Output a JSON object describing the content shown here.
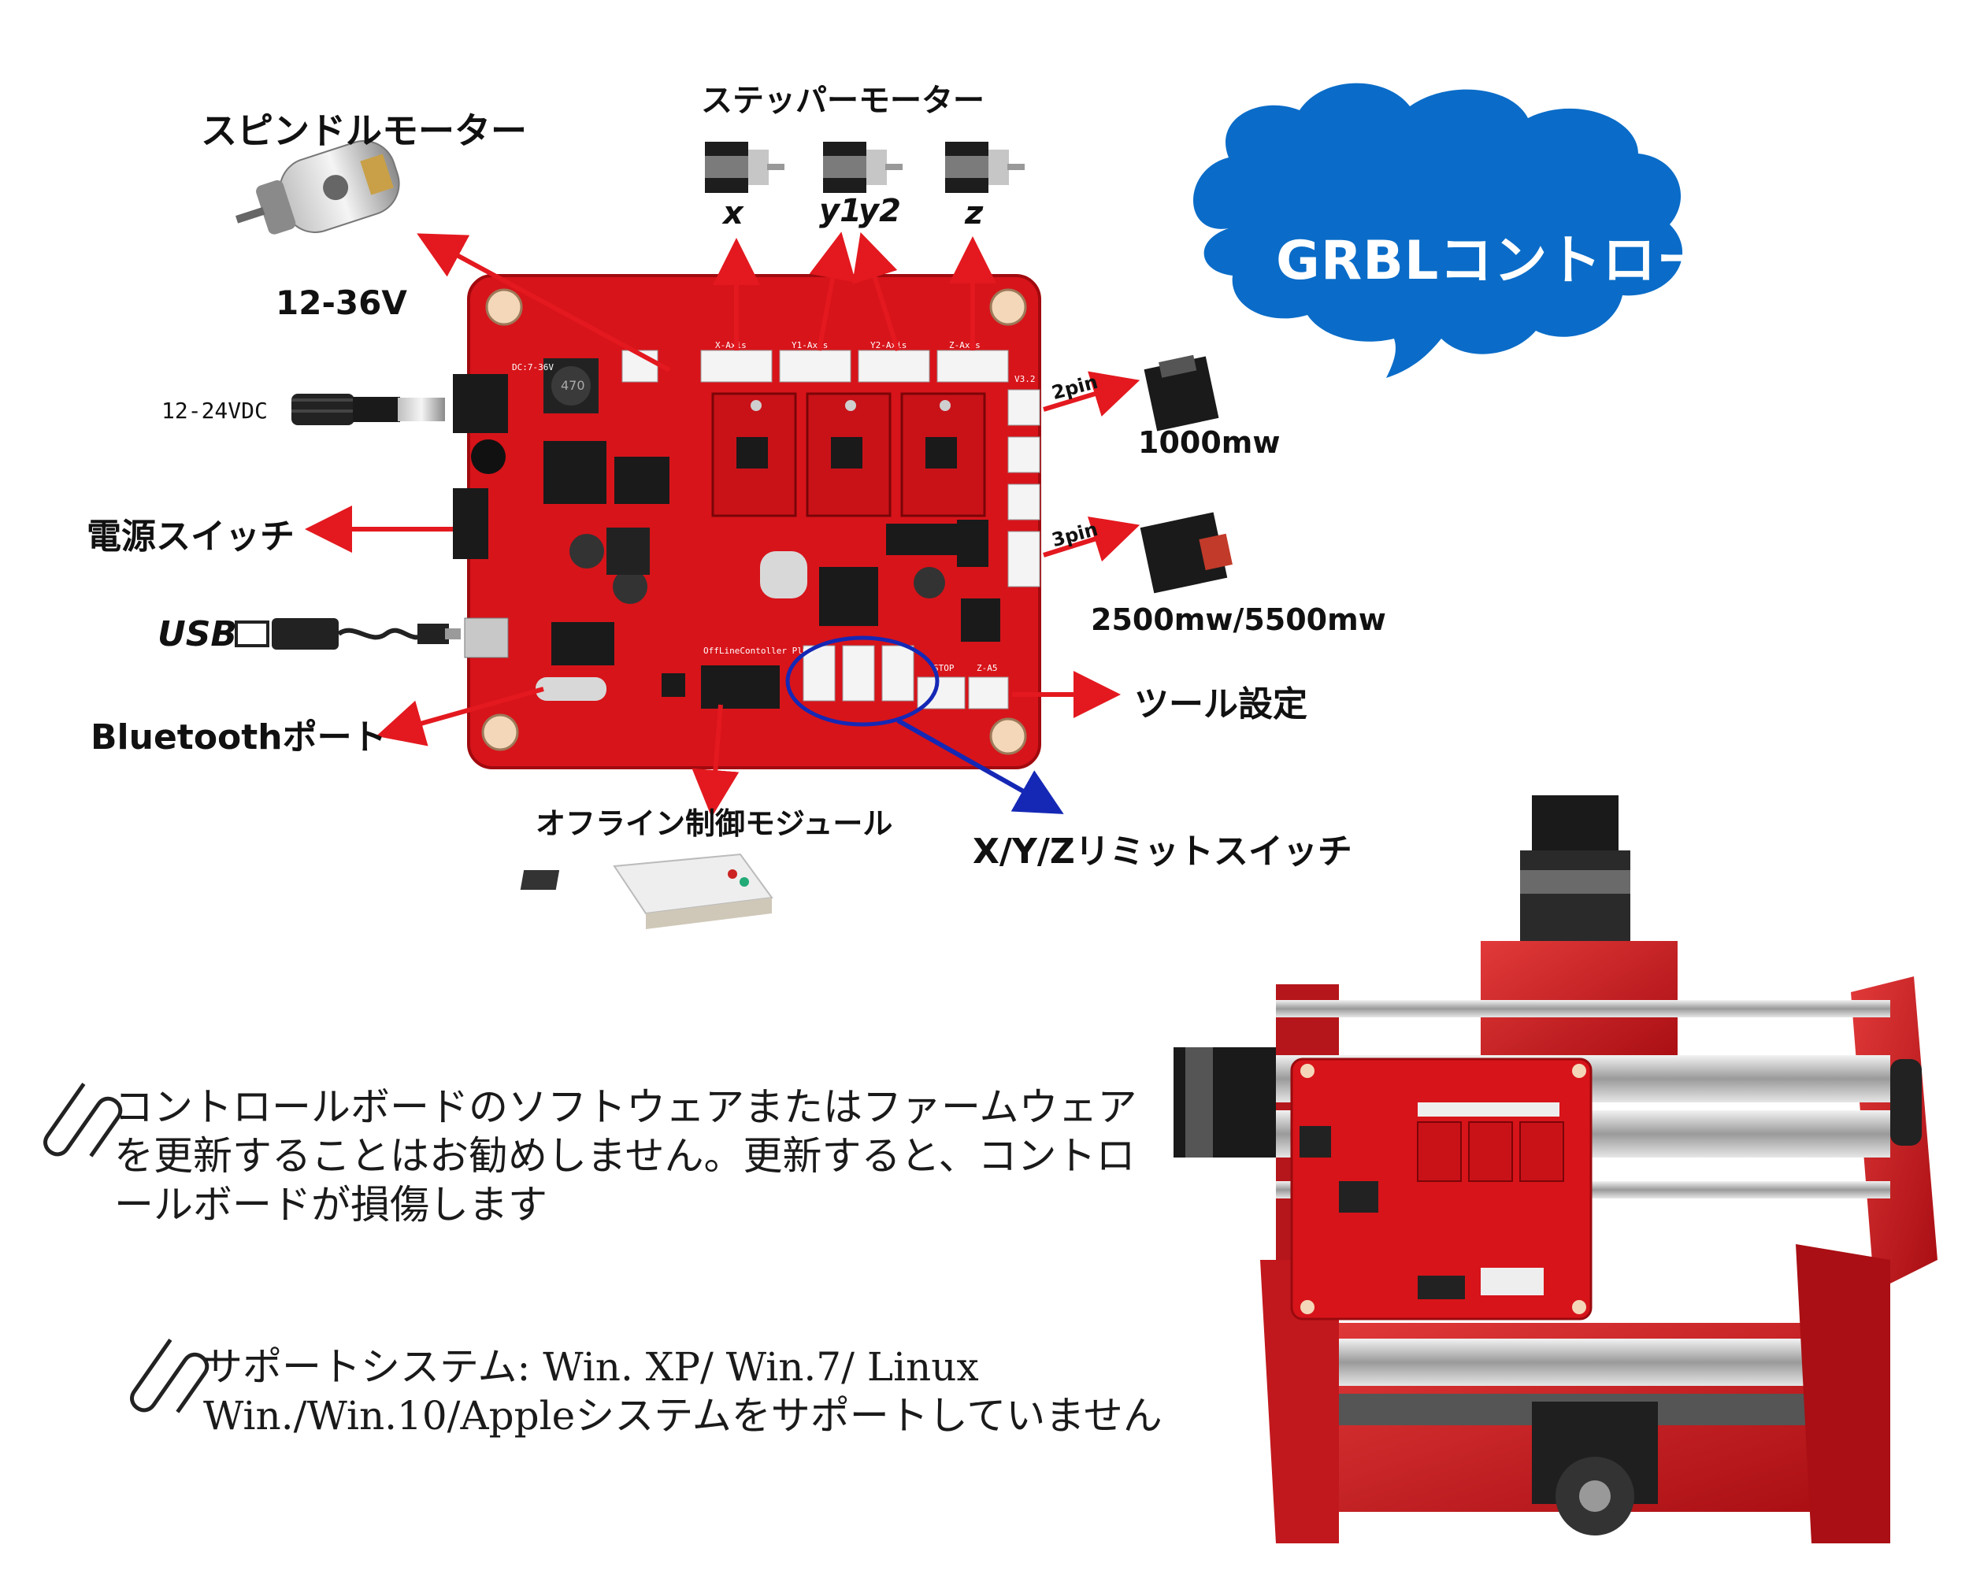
{
  "cloud_title": "GRBLコントロールボード",
  "labels": {
    "spindle_motor": "スピンドルモーター",
    "spindle_voltage": "12-36V",
    "stepper_motor": "ステッパーモーター",
    "axis_x": "x",
    "axis_y1": "y1",
    "axis_y2": "y2",
    "axis_z": "z",
    "dc_input": "12-24VDC",
    "power_switch": "電源スイッチ",
    "usb": "USB",
    "bluetooth_port": "Bluetoothポート",
    "offline_module": "オフライン制御モジュール",
    "limit_switch": "X/Y/Zリミットスイッチ",
    "tool_setting": "ツール設定",
    "pin2": "2pin",
    "pin3": "3pin",
    "laser_1000": "1000mw",
    "laser_high": "2500mw/5500mw"
  },
  "board_silkscreen": {
    "dc": "DC:7-36V",
    "offline_plug": "OffLineContoller Plug",
    "x_axis": "X-Axis",
    "y1_axis": "Y1-Axis",
    "y2_axis": "Y2-Axis",
    "z_axis": "Z-Axis",
    "stop": "STOP",
    "z_a5": "Z-A5",
    "inductor": "470",
    "version": "V3.2"
  },
  "notes": {
    "warning": "コントロールボードのソフトウェアまたはファームウェアを更新することはお勧めしません。更新すると、コントロールボードが損傷します",
    "support": "サポートシステム: Win. XP/ Win.7/ Linux Win./Win.10/Appleシステムをサポートしていません"
  },
  "colors": {
    "board_red": "#d7141a",
    "arrow_red": "#e3191f",
    "arrow_blue": "#1528b5",
    "cloud_blue": "#0a6cc8"
  }
}
